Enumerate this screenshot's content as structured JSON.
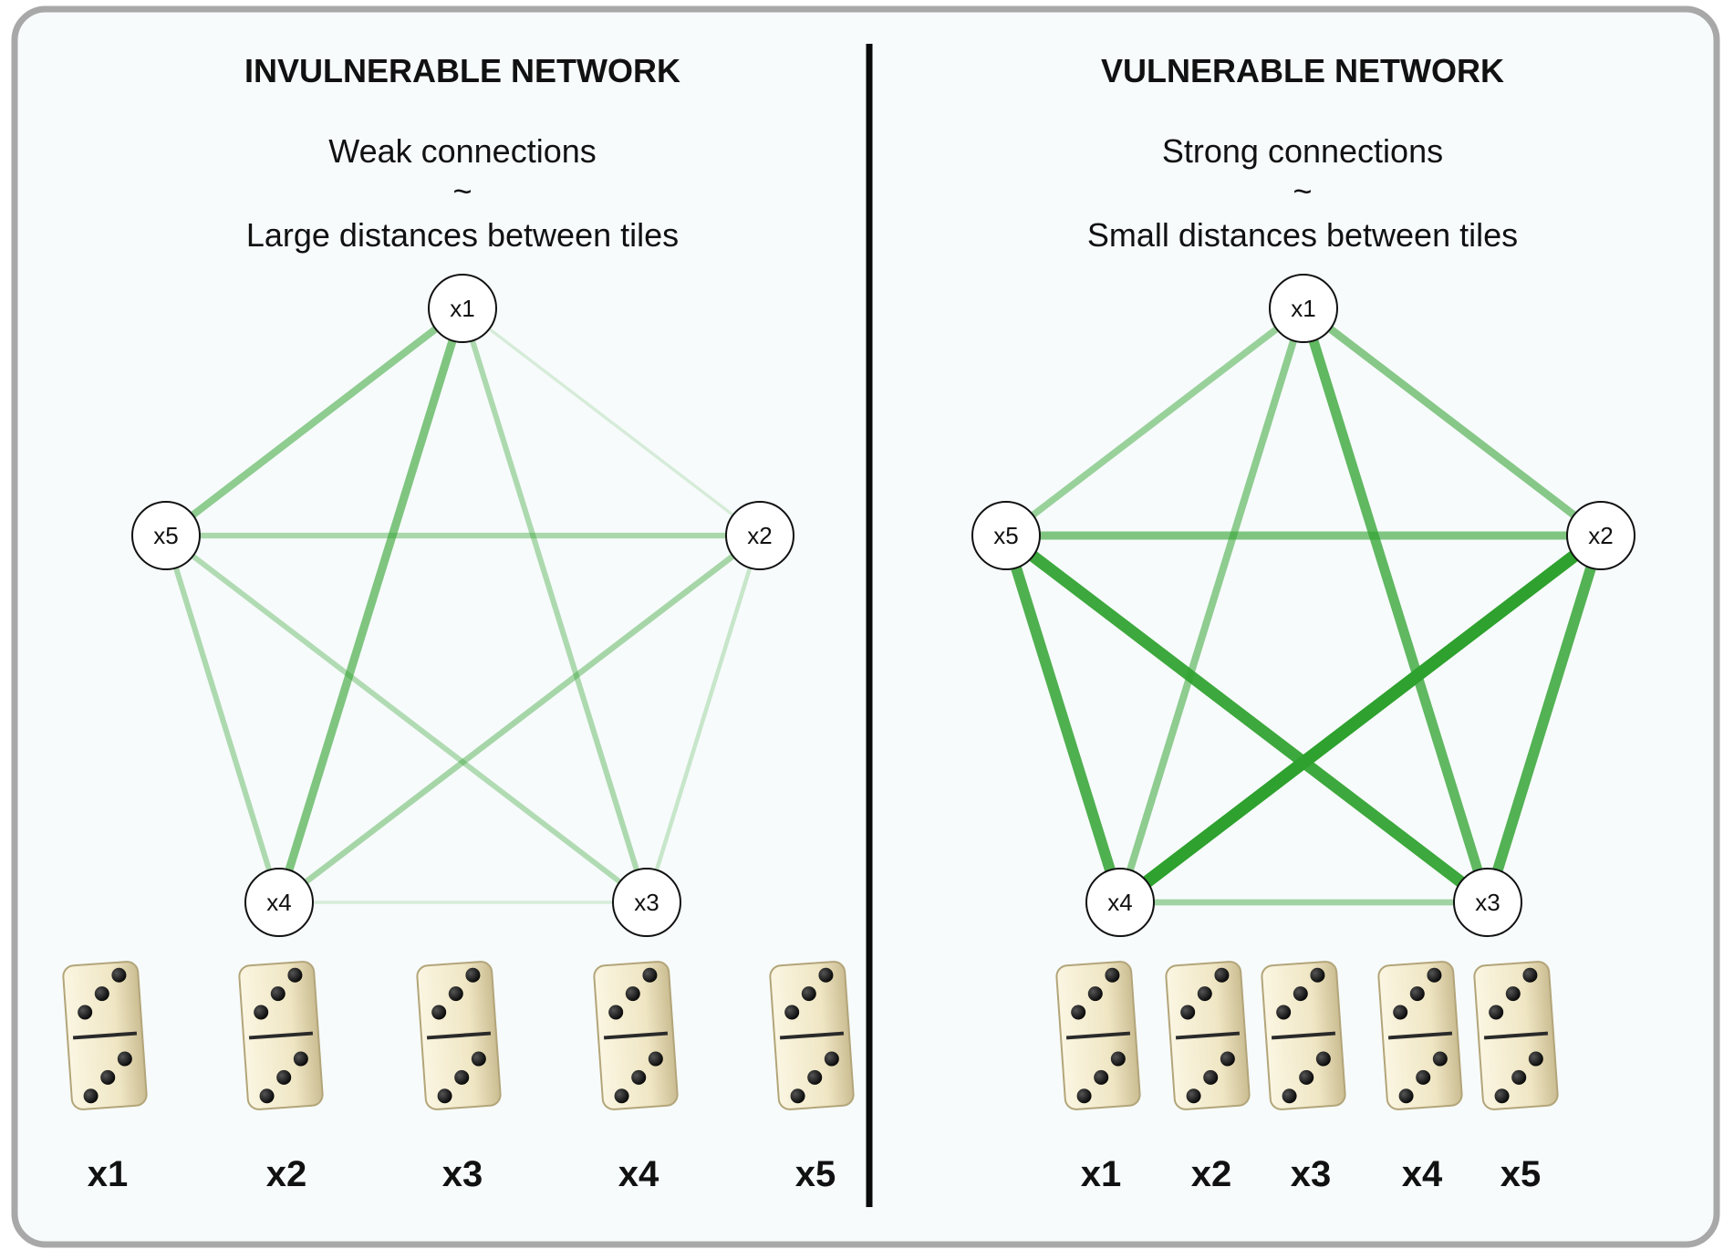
{
  "colors": {
    "frame": "#a8a8a8",
    "background": "#f7fbfb",
    "divider": "#0a0a0a",
    "edge": "#2ea12e",
    "node_fill": "#ffffff",
    "tile_body": "#efe6c4",
    "tile_pip": "#111111"
  },
  "panels": [
    {
      "title": "INVULNERABLE NETWORK",
      "caption": [
        "Weak connections",
        "~",
        "Large distances between tiles"
      ],
      "nodes": [
        {
          "id": "x1",
          "label": "x1"
        },
        {
          "id": "x2",
          "label": "x2"
        },
        {
          "id": "x3",
          "label": "x3"
        },
        {
          "id": "x4",
          "label": "x4"
        },
        {
          "id": "x5",
          "label": "x5"
        }
      ],
      "edges": [
        {
          "from": "x1",
          "to": "x2",
          "strength": 0.04
        },
        {
          "from": "x1",
          "to": "x3",
          "strength": 0.28
        },
        {
          "from": "x1",
          "to": "x4",
          "strength": 0.55
        },
        {
          "from": "x1",
          "to": "x5",
          "strength": 0.45
        },
        {
          "from": "x2",
          "to": "x3",
          "strength": 0.14
        },
        {
          "from": "x2",
          "to": "x4",
          "strength": 0.32
        },
        {
          "from": "x2",
          "to": "x5",
          "strength": 0.3
        },
        {
          "from": "x3",
          "to": "x4",
          "strength": 0.05
        },
        {
          "from": "x3",
          "to": "x5",
          "strength": 0.26
        },
        {
          "from": "x4",
          "to": "x5",
          "strength": 0.28
        }
      ],
      "tiles": [
        {
          "label": "x1",
          "top_pips": 3,
          "bottom_pips": 3
        },
        {
          "label": "x2",
          "top_pips": 3,
          "bottom_pips": 3
        },
        {
          "label": "x3",
          "top_pips": 3,
          "bottom_pips": 3
        },
        {
          "label": "x4",
          "top_pips": 3,
          "bottom_pips": 3
        },
        {
          "label": "x5",
          "top_pips": 3,
          "bottom_pips": 3
        }
      ]
    },
    {
      "title": "VULNERABLE NETWORK",
      "caption": [
        "Strong connections",
        "~",
        "Small distances between tiles"
      ],
      "nodes": [
        {
          "id": "x1",
          "label": "x1"
        },
        {
          "id": "x2",
          "label": "x2"
        },
        {
          "id": "x3",
          "label": "x3"
        },
        {
          "id": "x4",
          "label": "x4"
        },
        {
          "id": "x5",
          "label": "x5"
        }
      ],
      "edges": [
        {
          "from": "x1",
          "to": "x2",
          "strength": 0.5
        },
        {
          "from": "x1",
          "to": "x3",
          "strength": 0.72
        },
        {
          "from": "x1",
          "to": "x4",
          "strength": 0.45
        },
        {
          "from": "x1",
          "to": "x5",
          "strength": 0.4
        },
        {
          "from": "x2",
          "to": "x3",
          "strength": 0.8
        },
        {
          "from": "x2",
          "to": "x4",
          "strength": 1.0
        },
        {
          "from": "x2",
          "to": "x5",
          "strength": 0.55
        },
        {
          "from": "x3",
          "to": "x4",
          "strength": 0.35
        },
        {
          "from": "x3",
          "to": "x5",
          "strength": 0.92
        },
        {
          "from": "x4",
          "to": "x5",
          "strength": 0.82
        }
      ],
      "tiles": [
        {
          "label": "x1",
          "top_pips": 3,
          "bottom_pips": 3
        },
        {
          "label": "x2",
          "top_pips": 3,
          "bottom_pips": 3
        },
        {
          "label": "x3",
          "top_pips": 3,
          "bottom_pips": 3
        },
        {
          "label": "x4",
          "top_pips": 3,
          "bottom_pips": 3
        },
        {
          "label": "x5",
          "top_pips": 3,
          "bottom_pips": 3
        }
      ]
    }
  ]
}
